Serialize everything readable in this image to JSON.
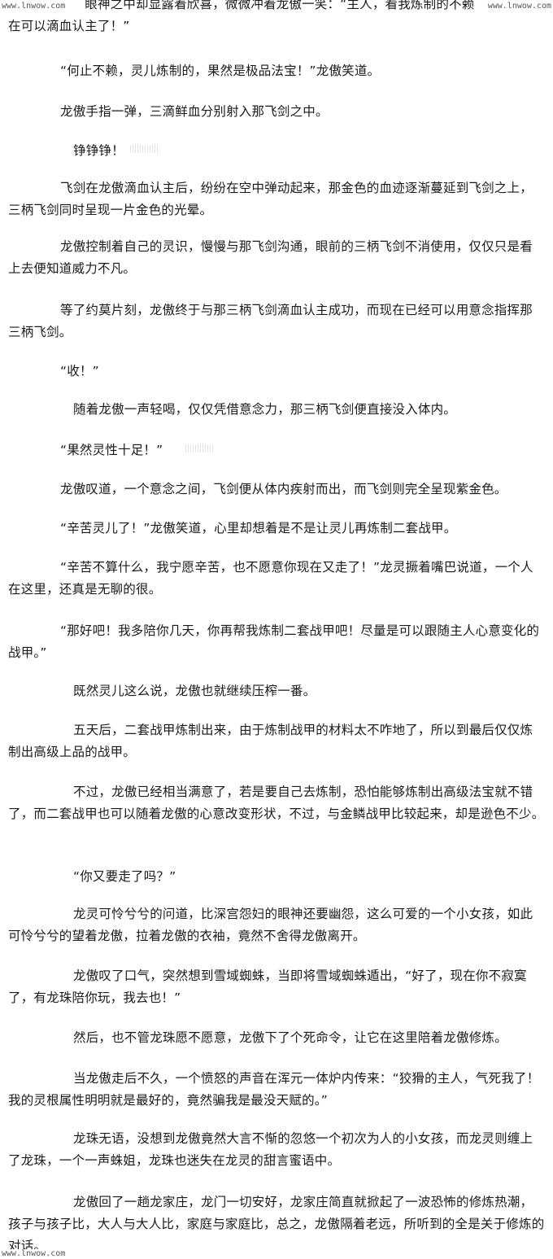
{
  "watermark": {
    "top_left": "www.lnwow.com",
    "top_right": "www.lnwow.com",
    "bottom_left": "www.lnwow.com"
  },
  "paragraphs": [
    "……羞不堪，眼神之中却显露着欣喜，微微冲着龙傲一笑：“主人，看我炼制的不赖吧！快，现在可以滴血认主了！”",
    "“何止不赖，灵儿炼制的，果然是极品法宝！”龙傲笑道。",
    "龙傲手指一弹，三滴鲜血分别射入那飞剑之中。",
    "铮铮铮！",
    "飞剑在龙傲滴血认主后，纷纷在空中弹动起来，那金色的血迹逐渐蔓延到飞剑之上，三柄飞剑同时呈现一片金色的光晕。",
    "龙傲控制着自己的灵识，慢慢与那飞剑沟通，眼前的三柄飞剑不消使用，仅仅只是看上去便知道威力不凡。",
    "等了约莫片刻，龙傲终于与那三柄飞剑滴血认主成功，而现在已经可以用意念指挥那三柄飞剑。",
    "“收！”",
    "随着龙傲一声轻喝，仅仅凭借意念力，那三柄飞剑便直接没入体内。",
    "“果然灵性十足！”",
    "龙傲叹道，一个意念之间，飞剑便从体内疾射而出，而飞剑则完全呈现紫金色。",
    "“辛苦灵儿了！”龙傲笑道，心里却想着是不是让灵儿再炼制二套战甲。",
    "“辛苦不算什么，我宁愿辛苦，也不愿意你现在又走了！”龙灵撅着嘴巴说道，一个人在这里，还真是无聊的很。",
    "“那好吧！我多陪你几天，你再帮我炼制二套战甲吧！尽量是可以跟随主人心意变化的战甲。”",
    "既然灵儿这么说，龙傲也就继续压榨一番。",
    "五天后，二套战甲炼制出来，由于炼制战甲的材料太不咋地了，所以到最后仅仅炼制出高级上品的战甲。",
    "不过，龙傲已经相当满意了，若是要自己去炼制，恐怕能够炼制出高级法宝就不错了，而二套战甲也可以随着龙傲的心意改变形状，不过，与金鳞战甲比较起来，却是逊色不少。",
    "“你又要走了吗？”",
    "龙灵可怜兮兮的问道，比深宫怨妇的眼神还要幽怨，这么可爱的一个小女孩，如此可怜兮兮的望着龙傲，拉着龙傲的衣袖，竟然不舍得龙傲离开。",
    "龙傲叹了口气，突然想到雪域蜘蛛，当即将雪域蜘蛛遁出，“好了，现在你不寂寞了，有龙珠陪你玩，我去也！”",
    "然后，也不管龙珠愿不愿意，龙傲下了个死命令，让它在这里陪着龙傲修炼。",
    "当龙傲走后不久，一个愤怒的声音在浑元一体炉内传来：“狡猾的主人，气死我了！我的灵根属性明明就是最好的，竟然骗我是最没天赋的。”",
    "龙珠无语，没想到龙傲竟然大言不惭的忽悠一个初次为人的小女孩，而龙灵则缠上了龙珠，一个一声蛛姐，龙珠也迷失在龙灵的甜言蜜语中。",
    "龙傲回了一趟龙家庄，龙门一切安好，龙家庄简直就掀起了一波恐怖的修炼热潮，孩子与孩子比，大人与大人比，家庭与家庭比，总之，龙傲隔着老远，所听到的全是关于修炼的对话。"
  ]
}
